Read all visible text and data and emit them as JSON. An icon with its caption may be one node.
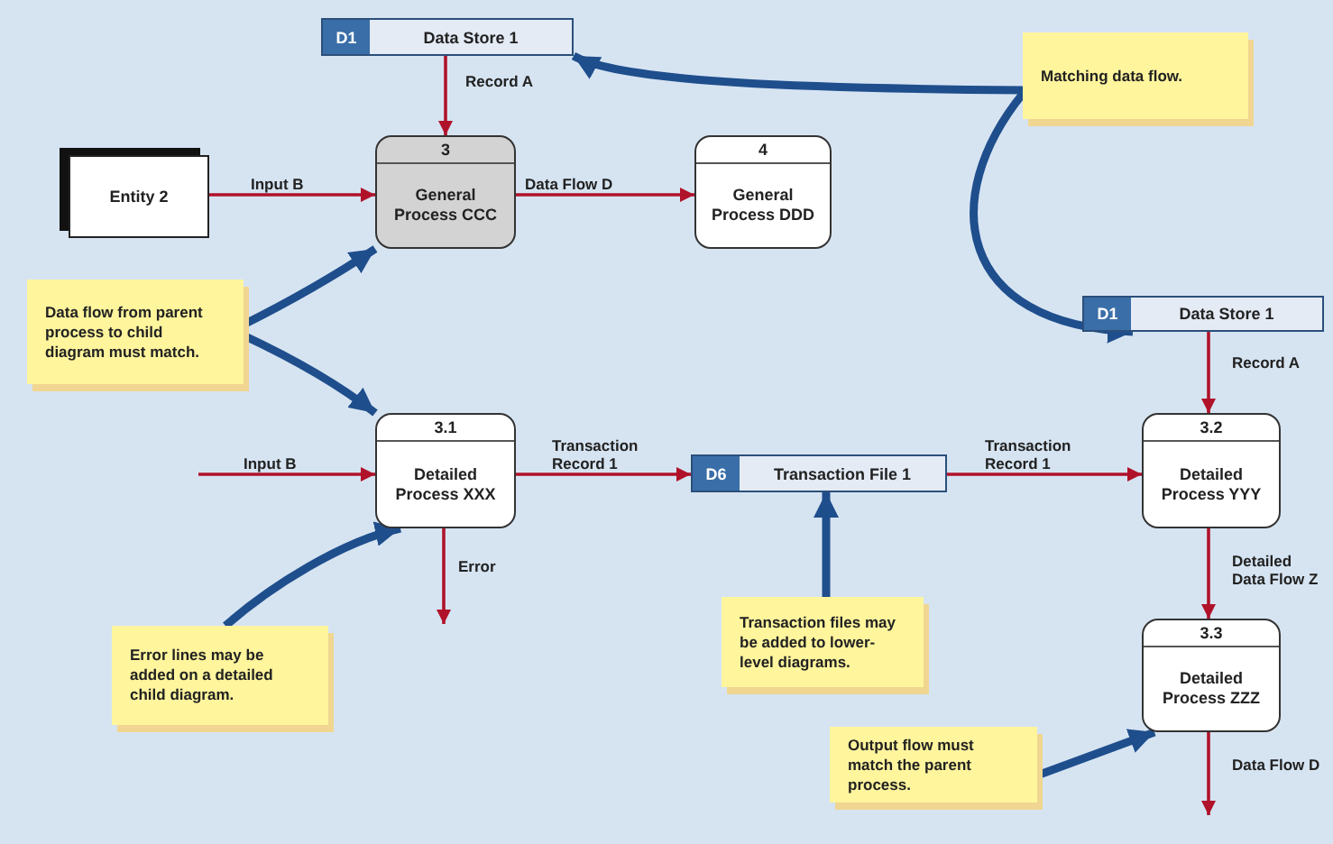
{
  "diagram": {
    "nodes": [
      {
        "text": [
          "D1",
          "Data Store 1"
        ]
      },
      {
        "text": [
          "Entity 2"
        ]
      },
      {
        "text": [
          "3",
          "General Process CCC"
        ]
      },
      {
        "text": [
          "4",
          "General Process DDD"
        ]
      },
      {
        "text": [
          "Matching data flow."
        ]
      },
      {
        "text": [
          "Data flow from parent process to child diagram must match."
        ]
      },
      {
        "text": [
          "D1",
          "Data Store 1"
        ]
      },
      {
        "text": [
          "3.1",
          "Detailed Process XXX"
        ]
      },
      {
        "text": [
          "D6",
          "Transaction File 1"
        ]
      },
      {
        "text": [
          "3.2",
          "Detailed Process YYY"
        ]
      },
      {
        "text": [
          "Error lines may be added on a detailed child diagram."
        ]
      },
      {
        "text": [
          "Transaction files may be added to lower-level diagrams."
        ]
      },
      {
        "text": [
          "3.3",
          "Detailed Process ZZZ"
        ]
      },
      {
        "text": [
          "Output flow must match the parent process."
        ]
      }
    ],
    "edges": [
      {
        "from": 0,
        "to": 2,
        "arrow": "to",
        "label": "Record A"
      },
      {
        "from": 1,
        "to": 2,
        "arrow": "to",
        "label": "Input B"
      },
      {
        "from": 2,
        "to": 3,
        "arrow": "to",
        "label": "Data Flow D"
      },
      {
        "from": null,
        "to": 7,
        "arrow": "to",
        "label": "Input B"
      },
      {
        "from": 7,
        "to": 8,
        "arrow": "to",
        "label": "Transaction Record 1"
      },
      {
        "from": 8,
        "to": 9,
        "arrow": "to",
        "label": "Transaction Record 1"
      },
      {
        "from": 6,
        "to": 9,
        "arrow": "to",
        "label": "Record A"
      },
      {
        "from": 7,
        "to": null,
        "arrow": "to",
        "label": "Error"
      },
      {
        "from": 9,
        "to": 12,
        "arrow": "to",
        "label": "Detailed Data Flow Z"
      },
      {
        "from": 12,
        "to": null,
        "arrow": "to",
        "label": "Data Flow D"
      },
      {
        "from": 4,
        "to": 0,
        "arrow": "to",
        "style": "thick",
        "color": "#1f4e8c"
      },
      {
        "from": 4,
        "to": 6,
        "arrow": "to",
        "style": "thick",
        "color": "#1f4e8c"
      },
      {
        "from": 5,
        "to": 2,
        "arrow": "to",
        "style": "thick",
        "color": "#1f4e8c"
      },
      {
        "from": 5,
        "to": 7,
        "arrow": "to",
        "style": "thick",
        "color": "#1f4e8c"
      },
      {
        "from": 10,
        "to": 7,
        "arrow": "to",
        "style": "thick",
        "color": "#1f4e8c"
      },
      {
        "from": 11,
        "to": 8,
        "arrow": "to",
        "style": "thick",
        "color": "#1f4e8c"
      },
      {
        "from": 13,
        "to": 12,
        "arrow": "to",
        "style": "thick",
        "color": "#1f4e8c"
      }
    ]
  }
}
